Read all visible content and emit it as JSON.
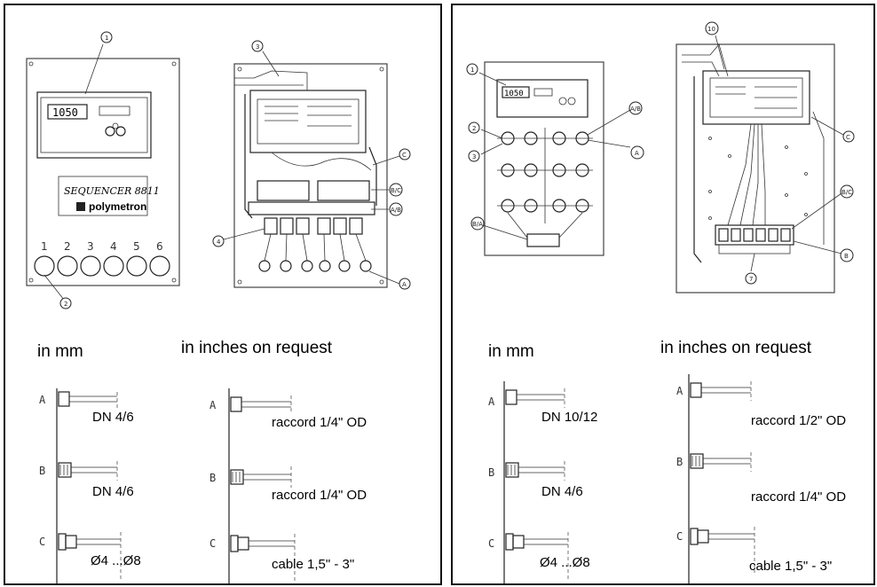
{
  "left": {
    "display_value": "1050",
    "sequencer_label": "SEQUENCER 8811",
    "brand": "polymetron",
    "button_numbers": [
      "1",
      "2",
      "3",
      "4",
      "5",
      "6"
    ],
    "callouts": {
      "top": "1",
      "bottom": "2",
      "wire": "3",
      "c": "C",
      "bc": "B/C",
      "ab": "A/B",
      "four": "4",
      "a": "A"
    },
    "mm_heading": "in mm",
    "inch_heading": "in inches on request",
    "mm_fittings": [
      {
        "letter": "A",
        "label": "DN 4/6"
      },
      {
        "letter": "B",
        "label": "DN 4/6"
      },
      {
        "letter": "C",
        "label": "Ø4 ...Ø8"
      }
    ],
    "inch_fittings": [
      {
        "letter": "A",
        "label": "raccord 1/4\" OD"
      },
      {
        "letter": "B",
        "label": "raccord 1/4\" OD"
      },
      {
        "letter": "C",
        "label": "cable 1,5\" - 3\""
      }
    ]
  },
  "right": {
    "display_value": "1050",
    "callouts": {
      "one": "1",
      "two": "2",
      "three": "3",
      "ab": "A/B",
      "a": "A",
      "bottom": "B/A",
      "ten": "10",
      "c": "C",
      "bc": "B/C",
      "b": "B",
      "seven": "7"
    },
    "mm_heading": "in mm",
    "inch_heading": "in inches on request",
    "mm_fittings": [
      {
        "letter": "A",
        "label": "DN 10/12"
      },
      {
        "letter": "B",
        "label": "DN 4/6"
      },
      {
        "letter": "C",
        "label": "Ø4 ...Ø8"
      }
    ],
    "inch_fittings": [
      {
        "letter": "A",
        "label": "raccord 1/2\" OD"
      },
      {
        "letter": "B",
        "label": "raccord 1/4\" OD"
      },
      {
        "letter": "C",
        "label": "cable 1,5\" - 3\""
      }
    ]
  }
}
